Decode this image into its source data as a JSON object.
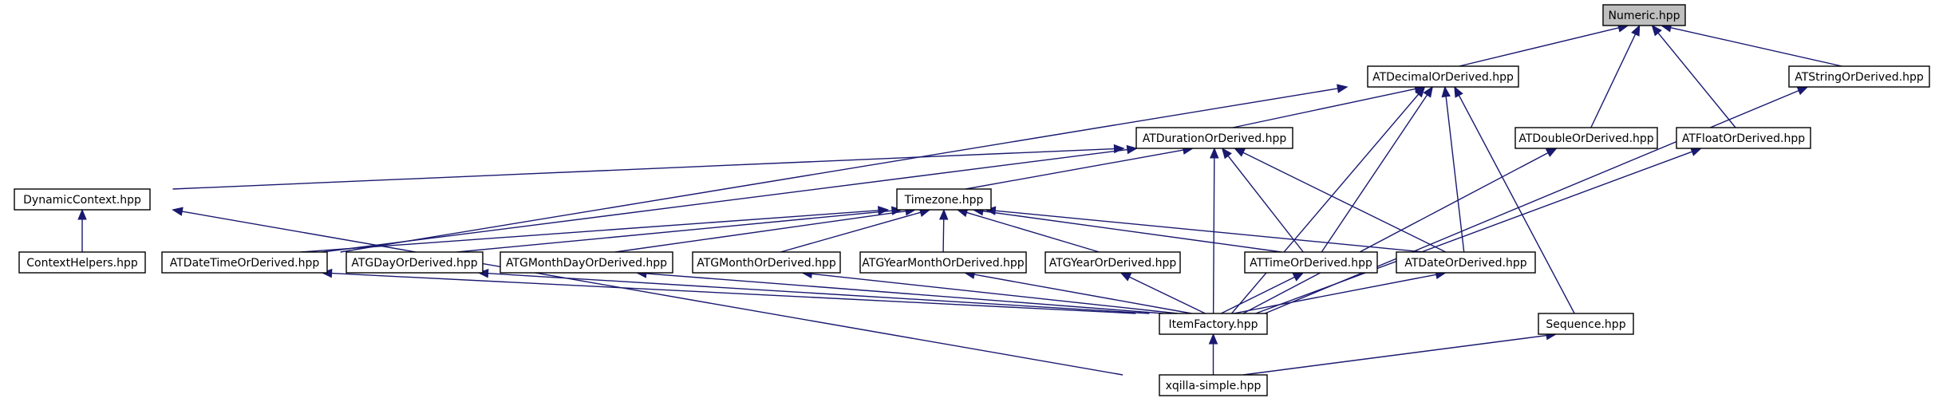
{
  "diagram": {
    "nodes": [
      {
        "id": "numeric",
        "label": "Numeric.hpp",
        "root": true
      },
      {
        "id": "atdecimal",
        "label": "ATDecimalOrDerived.hpp"
      },
      {
        "id": "atstring",
        "label": "ATStringOrDerived.hpp"
      },
      {
        "id": "atduration",
        "label": "ATDurationOrDerived.hpp"
      },
      {
        "id": "atdouble",
        "label": "ATDoubleOrDerived.hpp"
      },
      {
        "id": "atfloat",
        "label": "ATFloatOrDerived.hpp"
      },
      {
        "id": "dynamiccontext",
        "label": "DynamicContext.hpp"
      },
      {
        "id": "timezone",
        "label": "Timezone.hpp"
      },
      {
        "id": "contexthelpers",
        "label": "ContextHelpers.hpp"
      },
      {
        "id": "atdatetime",
        "label": "ATDateTimeOrDerived.hpp"
      },
      {
        "id": "atgday",
        "label": "ATGDayOrDerived.hpp"
      },
      {
        "id": "atgmonthday",
        "label": "ATGMonthDayOrDerived.hpp"
      },
      {
        "id": "atgmonth",
        "label": "ATGMonthOrDerived.hpp"
      },
      {
        "id": "atgyearmonth",
        "label": "ATGYearMonthOrDerived.hpp"
      },
      {
        "id": "atgyear",
        "label": "ATGYearOrDerived.hpp"
      },
      {
        "id": "attime",
        "label": "ATTimeOrDerived.hpp"
      },
      {
        "id": "atdate",
        "label": "ATDateOrDerived.hpp"
      },
      {
        "id": "itemfactory",
        "label": "ItemFactory.hpp"
      },
      {
        "id": "sequence",
        "label": "Sequence.hpp"
      },
      {
        "id": "xqillasimple",
        "label": "xqilla-simple.hpp"
      }
    ],
    "edges": [
      {
        "from": "atdecimal",
        "to": "numeric"
      },
      {
        "from": "atdouble",
        "to": "numeric"
      },
      {
        "from": "atfloat",
        "to": "numeric"
      },
      {
        "from": "atstring",
        "to": "numeric"
      },
      {
        "from": "atduration",
        "to": "atdecimal"
      },
      {
        "from": "atdatetime",
        "to": "atdecimal"
      },
      {
        "from": "attime",
        "to": "atdecimal"
      },
      {
        "from": "atdate",
        "to": "atdecimal"
      },
      {
        "from": "itemfactory",
        "to": "atdecimal"
      },
      {
        "from": "sequence",
        "to": "atdecimal"
      },
      {
        "from": "dynamiccontext",
        "to": "atduration"
      },
      {
        "from": "atdatetime",
        "to": "atduration"
      },
      {
        "from": "timezone",
        "to": "atduration"
      },
      {
        "from": "attime",
        "to": "atduration"
      },
      {
        "from": "atdate",
        "to": "atduration"
      },
      {
        "from": "itemfactory",
        "to": "atduration"
      },
      {
        "from": "itemfactory",
        "to": "atdouble"
      },
      {
        "from": "itemfactory",
        "to": "atfloat"
      },
      {
        "from": "itemfactory",
        "to": "atstring"
      },
      {
        "from": "contexthelpers",
        "to": "dynamiccontext"
      },
      {
        "from": "xqillasimple",
        "to": "dynamiccontext"
      },
      {
        "from": "atdatetime",
        "to": "timezone"
      },
      {
        "from": "atgday",
        "to": "timezone"
      },
      {
        "from": "atgmonthday",
        "to": "timezone"
      },
      {
        "from": "atgmonth",
        "to": "timezone"
      },
      {
        "from": "atgyearmonth",
        "to": "timezone"
      },
      {
        "from": "atgyear",
        "to": "timezone"
      },
      {
        "from": "attime",
        "to": "timezone"
      },
      {
        "from": "atdate",
        "to": "timezone"
      },
      {
        "from": "itemfactory",
        "to": "atdatetime"
      },
      {
        "from": "itemfactory",
        "to": "atgday"
      },
      {
        "from": "itemfactory",
        "to": "atgmonthday"
      },
      {
        "from": "itemfactory",
        "to": "atgmonth"
      },
      {
        "from": "itemfactory",
        "to": "atgyearmonth"
      },
      {
        "from": "itemfactory",
        "to": "atgyear"
      },
      {
        "from": "itemfactory",
        "to": "attime"
      },
      {
        "from": "itemfactory",
        "to": "atdate"
      },
      {
        "from": "xqillasimple",
        "to": "itemfactory"
      },
      {
        "from": "xqillasimple",
        "to": "sequence"
      }
    ],
    "colors": {
      "edge": "#191970",
      "root_fill": "#bfbfbf",
      "node_fill": "#ffffff",
      "border": "#000000"
    }
  }
}
